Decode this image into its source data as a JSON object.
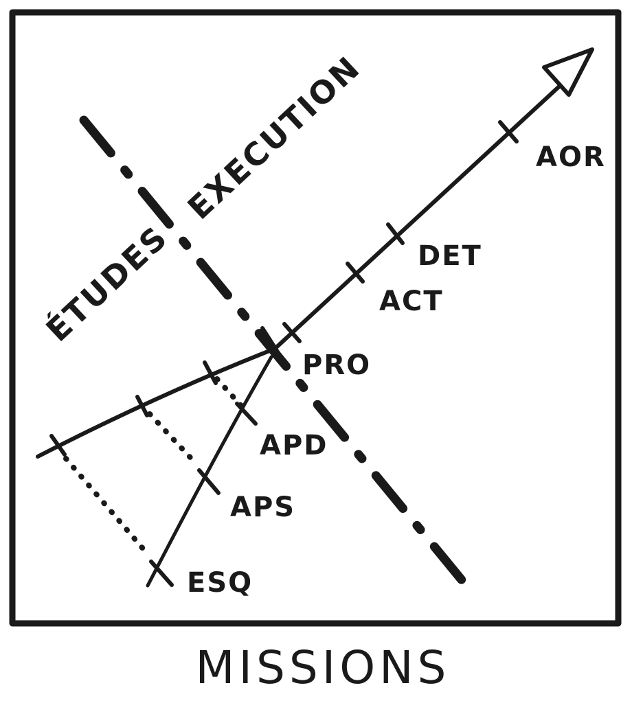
{
  "diagram": {
    "zones": {
      "etudes": "ÉTUDES",
      "execution": "EXECUTION"
    },
    "missions": [
      {
        "id": "esq",
        "label": "ESQ"
      },
      {
        "id": "aps",
        "label": "APS"
      },
      {
        "id": "apd",
        "label": "APD"
      },
      {
        "id": "pro",
        "label": "PRO"
      },
      {
        "id": "act",
        "label": "ACT"
      },
      {
        "id": "det",
        "label": "DET"
      },
      {
        "id": "aor",
        "label": "AOR"
      }
    ],
    "caption": "MISSIONS",
    "colors": {
      "ink": "#1a1a1a",
      "background": "#ffffff"
    }
  }
}
